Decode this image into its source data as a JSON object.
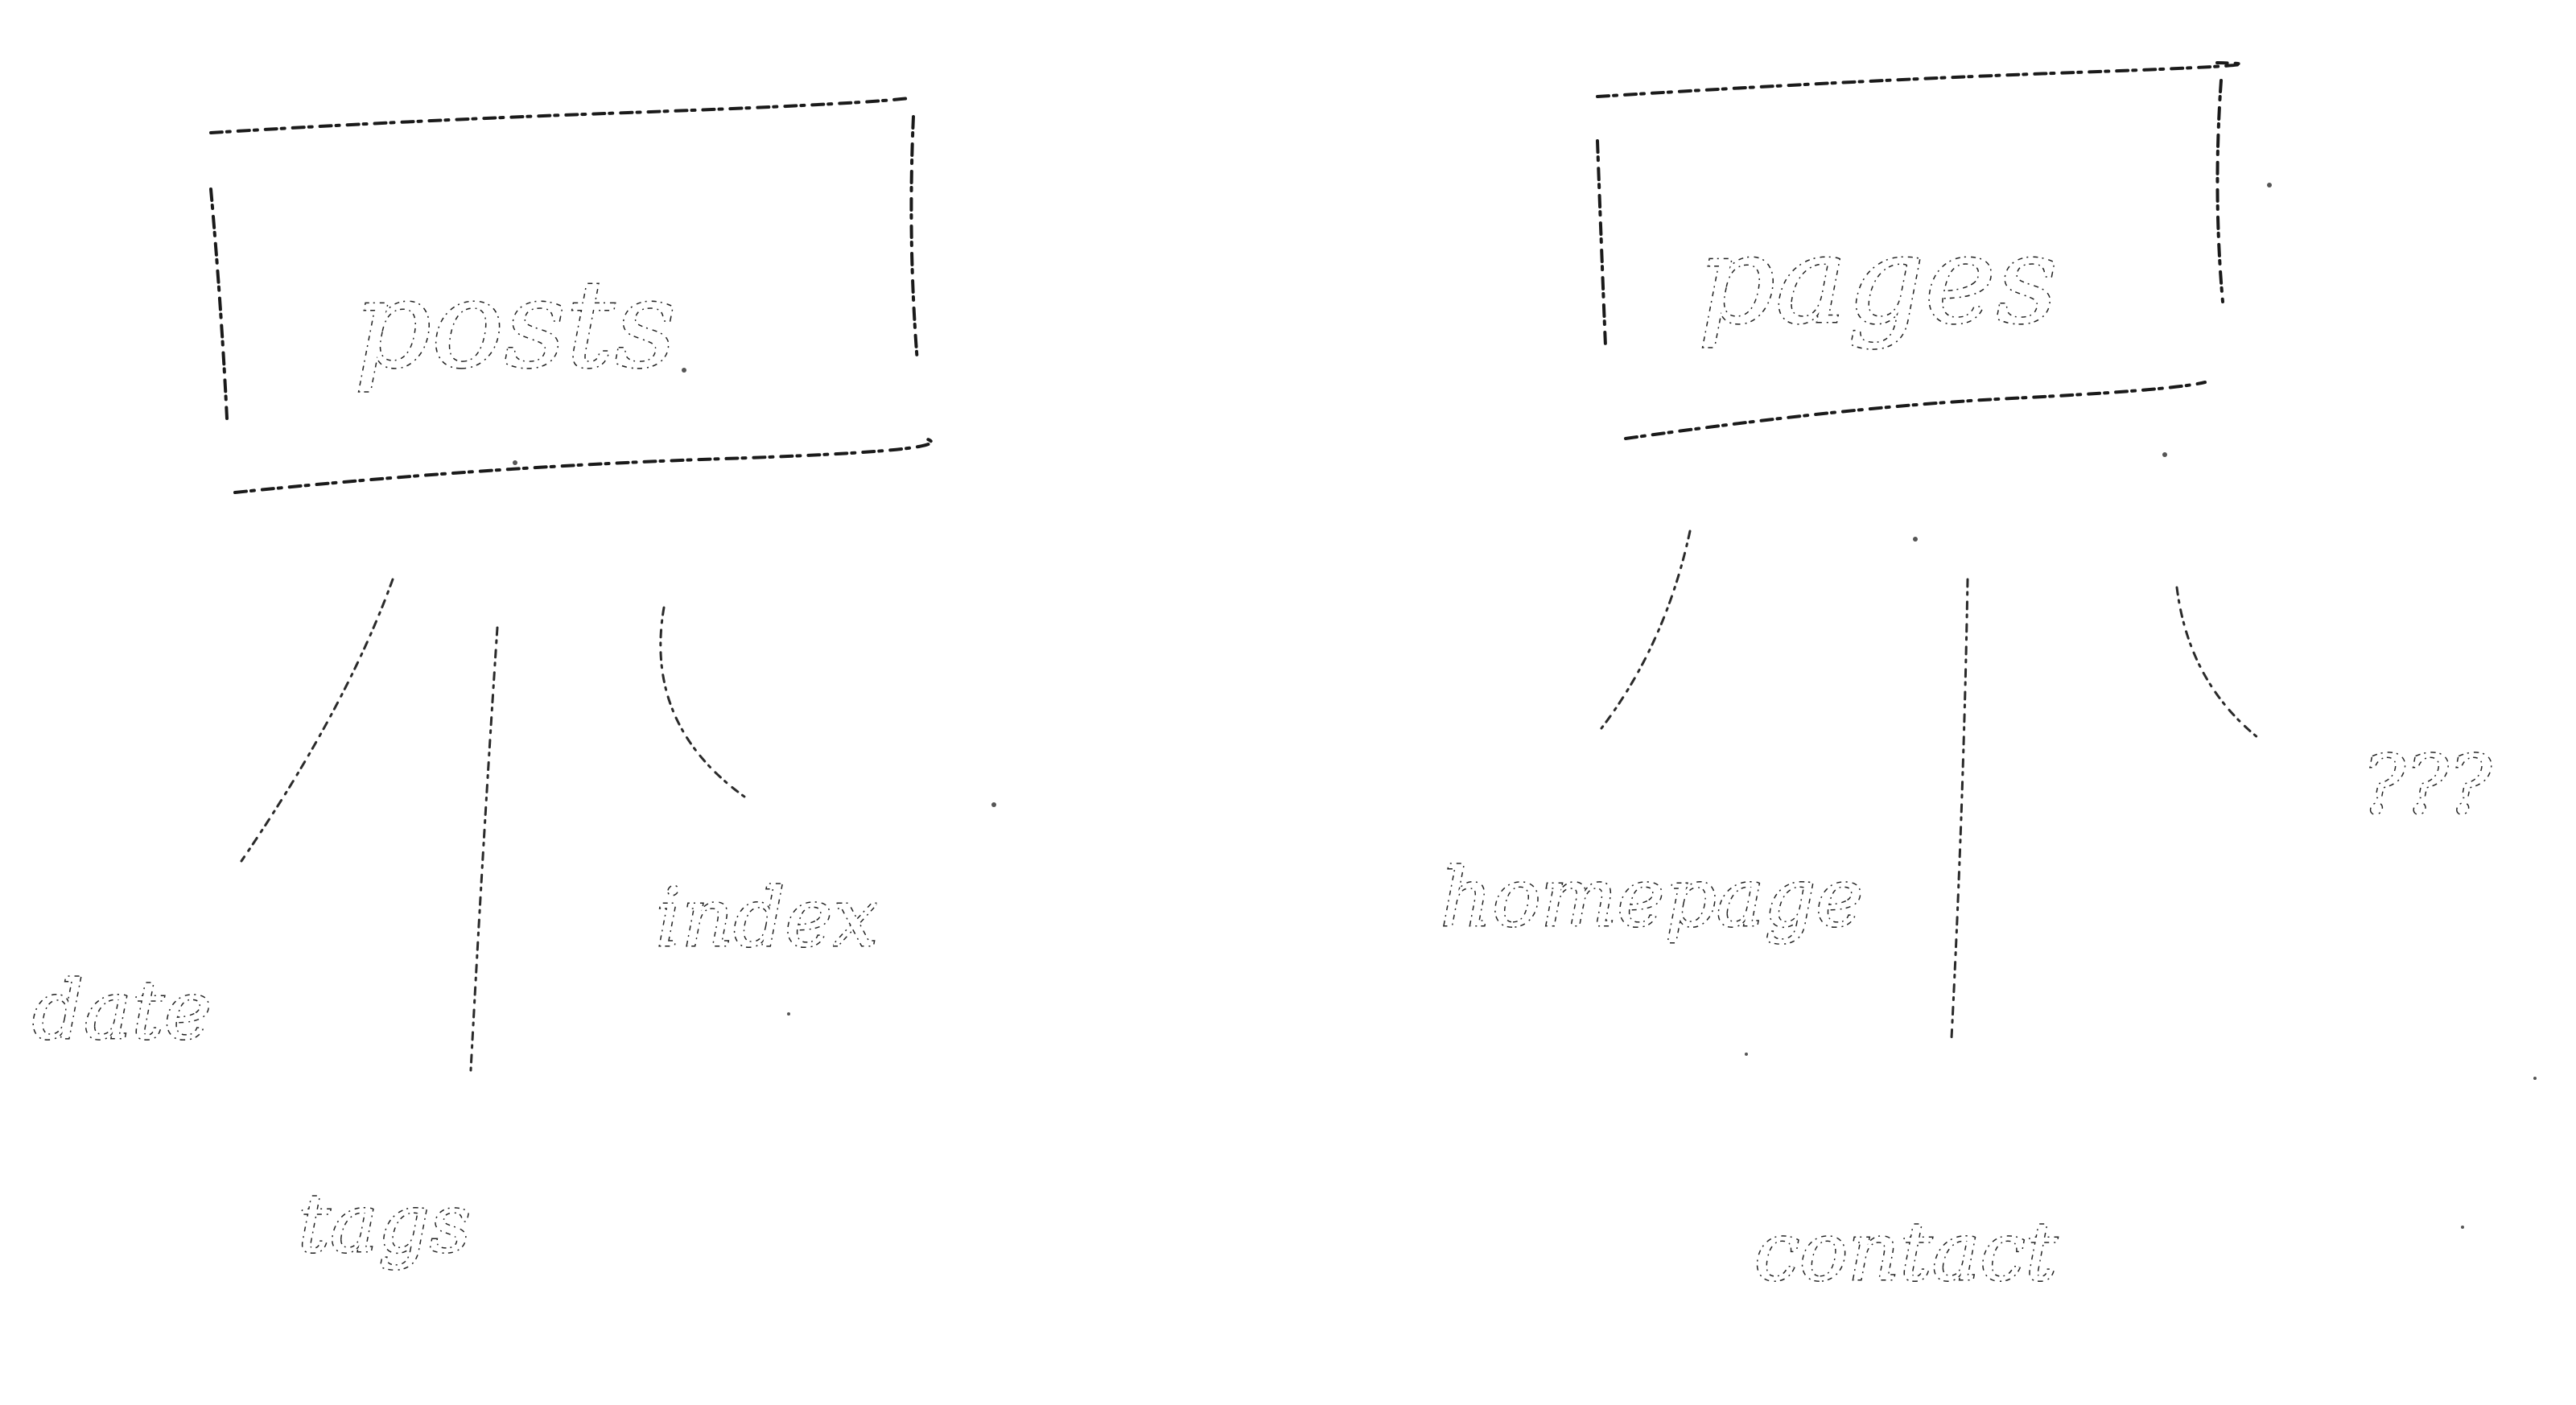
{
  "diagram": {
    "nodes": [
      {
        "id": "posts",
        "label": "posts",
        "children": [
          "date",
          "tags",
          "index"
        ]
      },
      {
        "id": "pages",
        "label": "pages",
        "children": [
          "homepage",
          "contact",
          "???"
        ]
      }
    ],
    "leaves": {
      "date": "date",
      "tags": "tags",
      "index": "index",
      "homepage": "homepage",
      "contact": "contact",
      "unknown": "???"
    },
    "colors": {
      "background": "#ffffff",
      "ink": "#222222"
    }
  }
}
